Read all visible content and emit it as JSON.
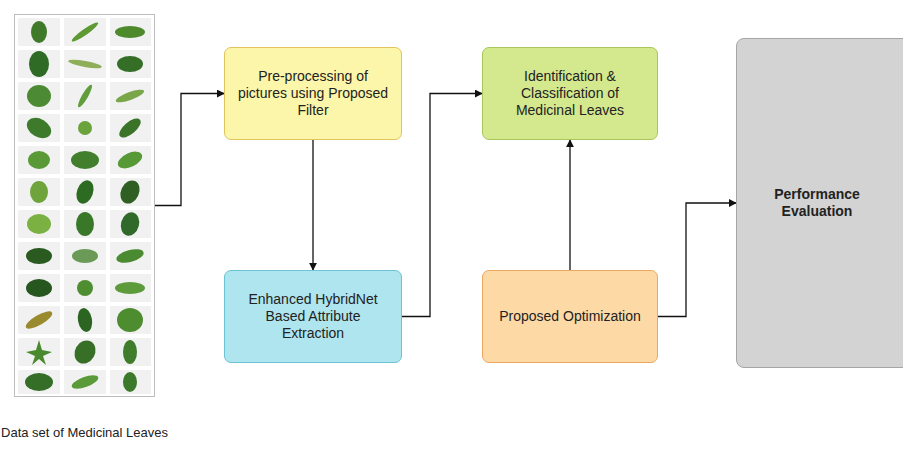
{
  "diagram": {
    "nodes": [
      {
        "text": [
          "Data set of Medicinal Leaves"
        ]
      },
      {
        "text": [
          "Pre-processing of pictures using Proposed Filter"
        ]
      },
      {
        "text": [
          "Enhanced HybridNet Based Attribute Extraction"
        ]
      },
      {
        "text": [
          "Identification & Classification of Medicinal Leaves"
        ]
      },
      {
        "text": [
          "Proposed Optimization"
        ]
      },
      {
        "text": [
          "Performance Evaluation"
        ]
      }
    ],
    "edges": [
      {
        "from": 0,
        "to": 1,
        "arrow": "to"
      },
      {
        "from": 1,
        "to": 2,
        "arrow": "to"
      },
      {
        "from": 2,
        "to": 3,
        "arrow": "to"
      },
      {
        "from": 4,
        "to": 3,
        "arrow": "to"
      },
      {
        "from": 4,
        "to": 5,
        "arrow": "to"
      }
    ]
  }
}
